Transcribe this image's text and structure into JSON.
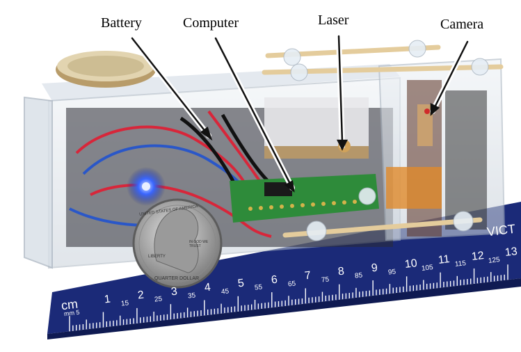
{
  "labels": {
    "battery": "Battery",
    "computer": "Computer",
    "laser": "Laser",
    "camera": "Camera"
  },
  "ruler": {
    "unit_label": "cm",
    "mm_label": "mm",
    "mm_label_value": "5",
    "brand_text": "VICT",
    "cm_numbers": [
      "1",
      "2",
      "3",
      "4",
      "5",
      "6",
      "7",
      "8",
      "9",
      "10",
      "11",
      "12",
      "13"
    ],
    "mm_numbers": [
      "15",
      "25",
      "35",
      "45",
      "55",
      "65",
      "75",
      "85",
      "95",
      "105",
      "115",
      "125"
    ]
  },
  "coin": {
    "top_text": "UNITED STATES OF AMERICA",
    "motto": "IN GOD WE TRUST",
    "liberty": "LIBERTY",
    "denomination": "QUARTER DOLLAR"
  },
  "colors": {
    "ruler": "#1b2a78",
    "ruler_ticks": "#ffffff",
    "acrylic_edge": "#cdd6df",
    "pcb": "#2e8b3a",
    "led": "#2c4dff",
    "wire_red": "#d8263a",
    "wire_blue": "#2a57c8",
    "coin": "#a9a9a9"
  }
}
